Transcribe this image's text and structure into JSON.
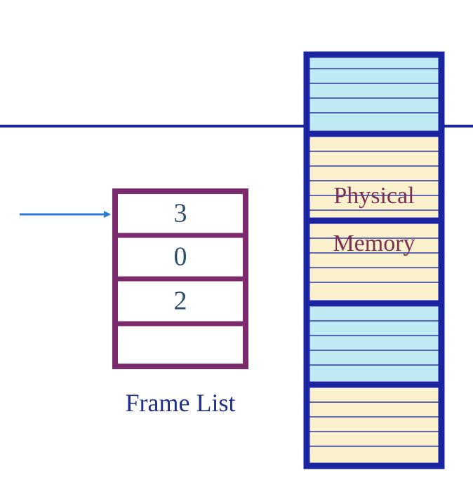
{
  "colors": {
    "navy": "#1a23a0",
    "frame_border": "#7b2a6e",
    "frame_text": "#2f4f6f",
    "caption": "#1f2f8f",
    "arrow": "#2c7bd1",
    "cyan_block": "#bfe9f3",
    "yellow_block": "#fbf1cc",
    "stripe": "#2f3aa8",
    "mem_label": "#7a2f55"
  },
  "frame_list": {
    "caption": "Frame List",
    "entries": [
      "3",
      "0",
      "2",
      ""
    ]
  },
  "physical_memory": {
    "label_line1": "Physical",
    "label_line2": "Memory",
    "blocks": [
      "cyan",
      "yellow",
      "yellow",
      "cyan",
      "yellow"
    ]
  }
}
